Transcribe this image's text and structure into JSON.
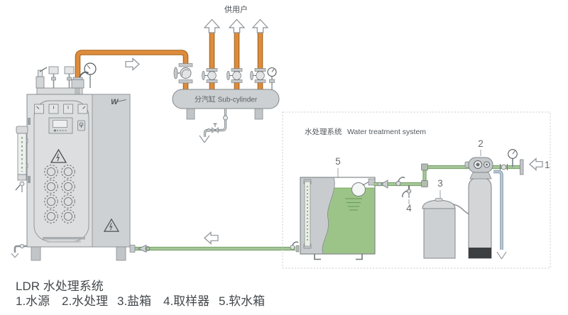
{
  "caption": {
    "title": "LDR 水处理系统",
    "legend": [
      "1.水源",
      "2.水处理",
      "3.盐箱",
      "4.取样器",
      "5.软水箱"
    ]
  },
  "labels": {
    "supply_users": "供用户",
    "sub_cylinder": "分汽缸 Sub-cylinder",
    "water_treatment_cn": "水处理系统",
    "water_treatment_en": "Water treatment system",
    "brand_logo": "W"
  },
  "numbers": {
    "water_source": "1",
    "softener": "2",
    "salt_tank": "3",
    "sampler": "4",
    "soft_water_tank": "5"
  },
  "colors": {
    "steam_pipe": "#de8c3c",
    "soft_water_pipe": "#a5c699",
    "drain_pipe": "#b7c6d2",
    "tank_water": "#9cc489",
    "equipment": "#d3d5d7"
  }
}
